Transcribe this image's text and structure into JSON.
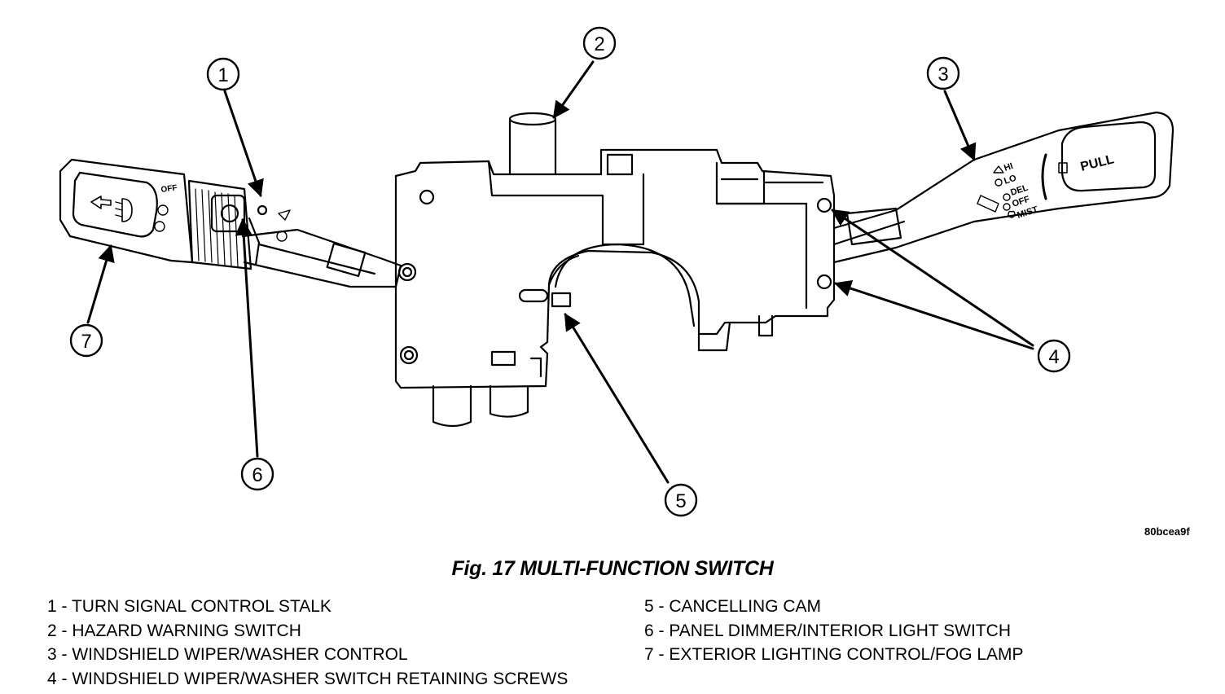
{
  "figure_code": "80bcea9f",
  "caption": "Fig. 17 MULTI-FUNCTION SWITCH",
  "callouts": [
    "1",
    "2",
    "3",
    "4",
    "5",
    "6",
    "7"
  ],
  "left_stalk_text": {
    "off": "OFF"
  },
  "right_stalk_text": {
    "pull": "PULL",
    "hi": "HI",
    "lo": "LO",
    "del": "DEL",
    "off": "OFF",
    "mist": "MIST"
  },
  "legend_left": [
    "1 - TURN SIGNAL CONTROL STALK",
    "2 - HAZARD WARNING SWITCH",
    "3 - WINDSHIELD WIPER/WASHER CONTROL",
    "4 - WINDSHIELD WIPER/WASHER SWITCH RETAINING SCREWS"
  ],
  "legend_right": [
    "5 - CANCELLING CAM",
    "6 - PANEL DIMMER/INTERIOR LIGHT SWITCH",
    "7 - EXTERIOR LIGHTING CONTROL/FOG LAMP"
  ]
}
